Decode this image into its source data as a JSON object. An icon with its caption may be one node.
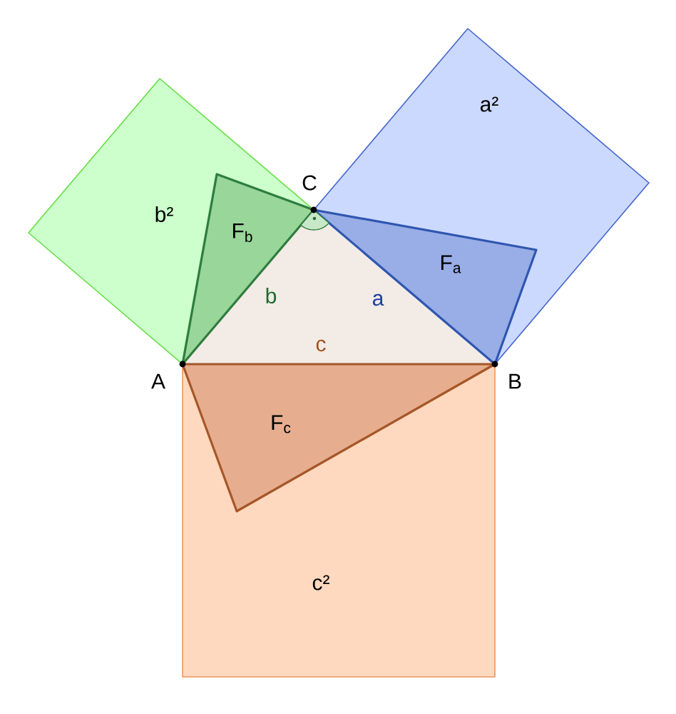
{
  "diagram": {
    "nodes": [
      {
        "text": [
          "b²"
        ]
      },
      {
        "text": [
          "F$_{b}$"
        ],
        "in": 0
      },
      {
        "text": [
          "a²"
        ]
      },
      {
        "text": [
          "F$_{a}$"
        ],
        "in": 2
      },
      {
        "text": [
          "c²"
        ]
      },
      {
        "text": [
          "F$_{c}$"
        ],
        "in": 4
      }
    ],
    "labels": [
      "C",
      "A",
      "B",
      "b",
      "a",
      "c"
    ]
  }
}
